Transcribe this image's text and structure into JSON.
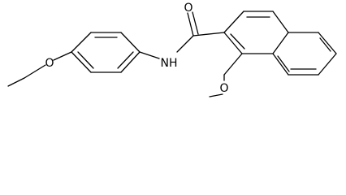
{
  "structure": {
    "atom_labels": {
      "o_ether": "O",
      "nh": "NH",
      "o_carbonyl": "O",
      "o_methoxy": "O"
    },
    "colors": {
      "bond": "#000000",
      "text": "#000000",
      "background": "#ffffff"
    }
  }
}
